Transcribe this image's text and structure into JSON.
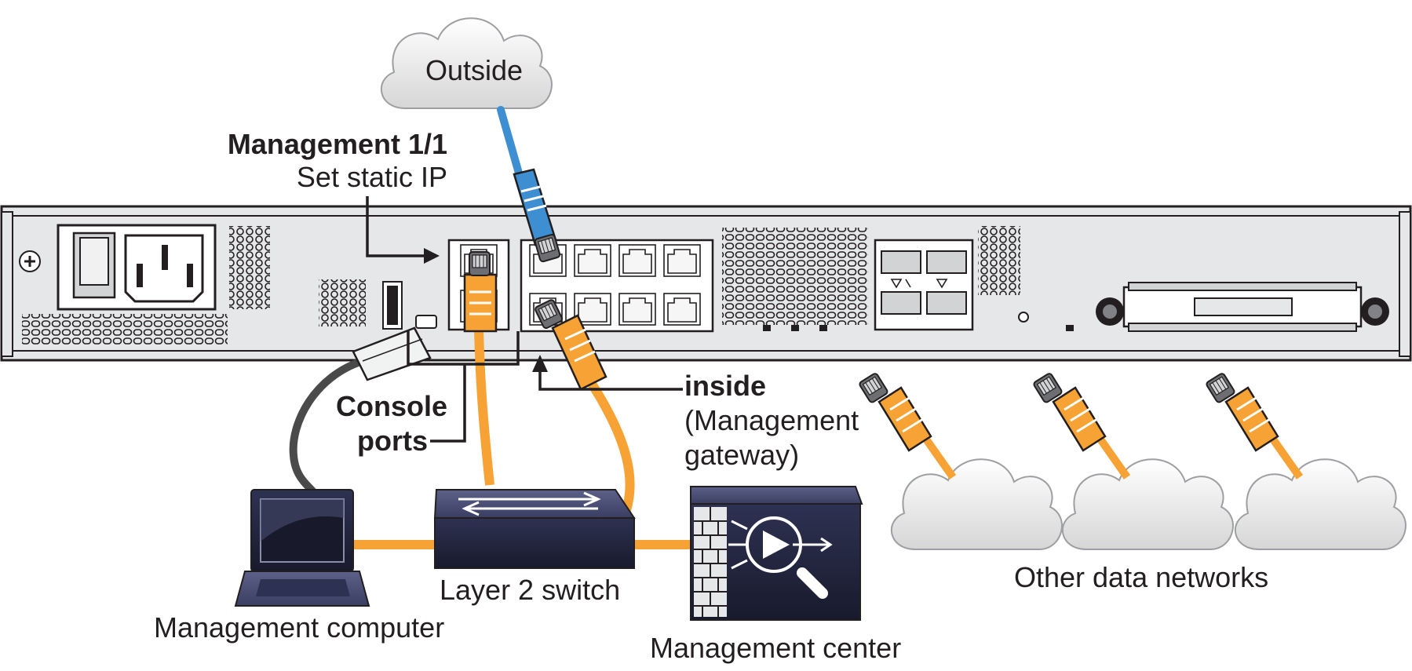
{
  "labels": {
    "outside": "Outside",
    "management_port_title": "Management 1/1",
    "management_port_note": "Set static IP",
    "console_line1": "Console",
    "console_line2": "ports",
    "inside_title": "inside",
    "inside_note_line1": "(Management",
    "inside_note_line2": "gateway)",
    "switch": "Layer 2 switch",
    "computer": "Management computer",
    "center": "Management center",
    "data_networks": "Other data networks"
  },
  "colors": {
    "outside_cable": "#3d8fd1",
    "inside_cable": "#f7a234",
    "console_cable": "#4a4a4a",
    "chassis": "#e6e7e8",
    "device_body": "#2e3252",
    "cloud": "#eeeeee"
  },
  "icons": {
    "cloud": "cloud-icon",
    "laptop": "laptop-icon",
    "switch": "switch-icon",
    "center": "management-center-icon",
    "firewall": "firewall-chassis-icon",
    "connector": "rj45-connector-icon"
  }
}
